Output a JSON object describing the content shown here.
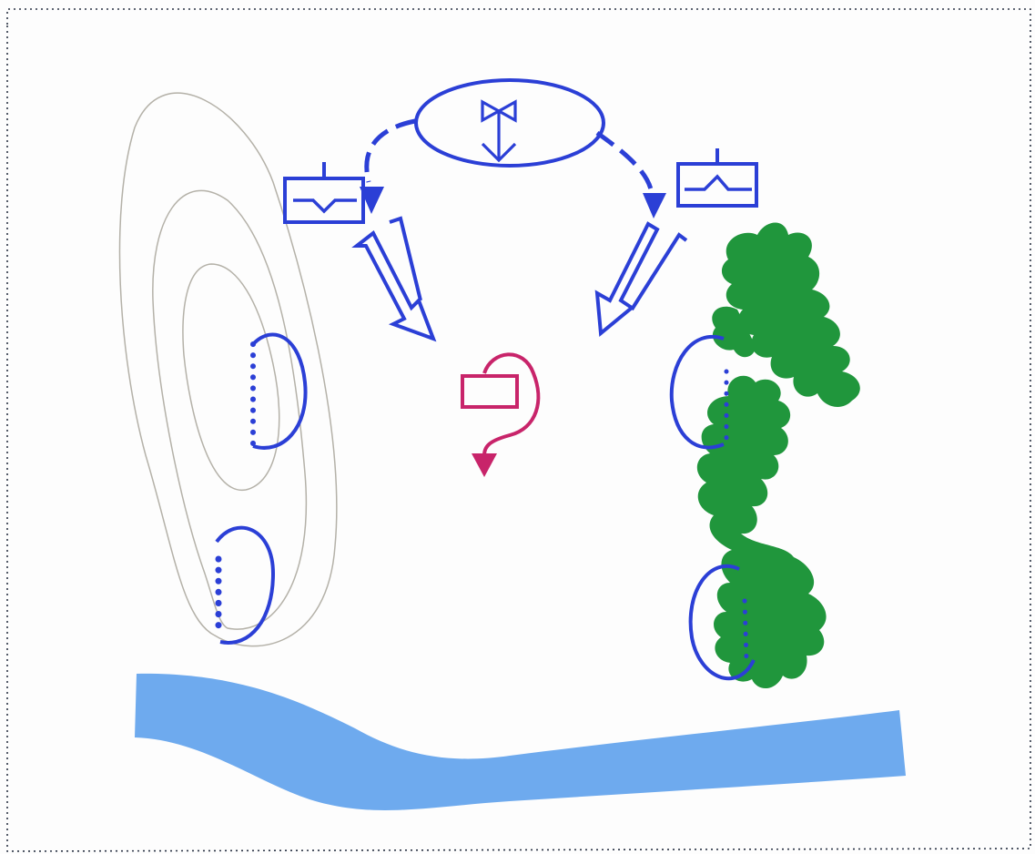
{
  "map": {
    "colors": {
      "background": "#fdfdfd",
      "frame": "#2a3344",
      "unit_symbol": "#2b3fd6",
      "arrow": "#2b3fd6",
      "enemy_symbol": "#c8246a",
      "forest": "#20963c",
      "river": "#6eaaee",
      "contour": "#b4b1a8"
    },
    "symbols": [
      {
        "id": "hq",
        "icon": "ellipse-unit-with-bowtie-arrow-icon"
      },
      {
        "id": "left-unit",
        "icon": "rectangle-unit-with-notch-icon"
      },
      {
        "id": "right-unit",
        "icon": "rectangle-unit-with-notch-icon"
      },
      {
        "id": "enemy",
        "icon": "rectangle-with-curved-arrow-icon"
      }
    ],
    "terrain": [
      "hill-contours",
      "forest",
      "river"
    ]
  }
}
